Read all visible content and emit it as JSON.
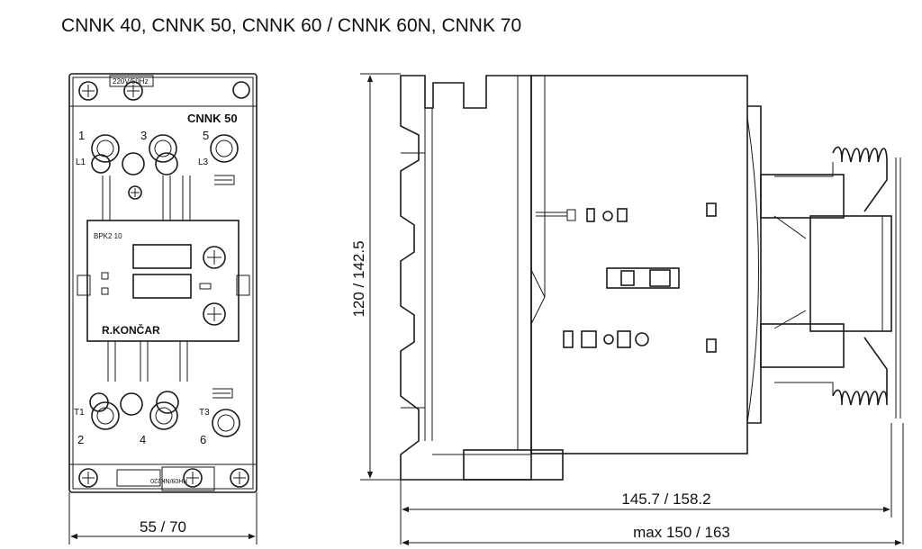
{
  "title": "CNNK 40, CNNK 50, CNNK 60 / CNNK 60N, CNNK 70",
  "front": {
    "voltage": "220V/50Hz",
    "model": "CNNK 50",
    "terminals_top": [
      "1",
      "3",
      "5"
    ],
    "line_labels": [
      "L1",
      "L3"
    ],
    "block_label": "BPK2 10",
    "brand": "R.KONČAR",
    "load_labels": [
      "T1",
      "T3"
    ],
    "terminals_bottom": [
      "2",
      "4",
      "6"
    ],
    "bottom_code": "PH09/NK220",
    "width_dim": "55 / 70"
  },
  "side": {
    "height_dim": "120 / 142.5",
    "depth_dim": "145.7 / 158.2",
    "max_dim": "max 150 / 163"
  }
}
